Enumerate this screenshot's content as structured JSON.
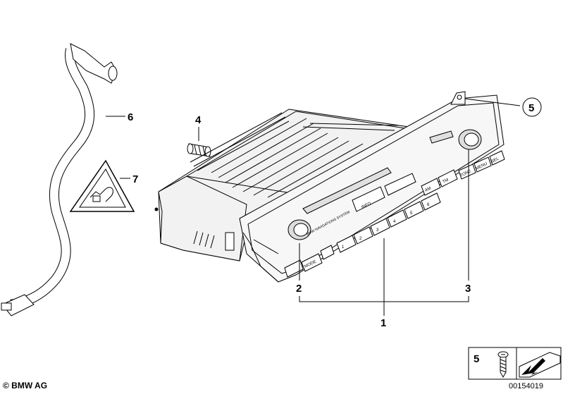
{
  "callouts": {
    "c1": "1",
    "c2": "2",
    "c3": "3",
    "c4": "4",
    "c5": "5",
    "c6": "6",
    "c7": "7"
  },
  "device": {
    "brand_text": "BMW NAVIGATIONS SYSTEM",
    "buttons": {
      "info": "INFO",
      "mode": "MODE",
      "am": "AM",
      "tm": "TM",
      "tone": "TONE",
      "menu": "MENU",
      "sel": "SEL",
      "p1": "1",
      "p2": "2",
      "p3": "3",
      "p4": "4",
      "p5": "5",
      "p6": "6"
    }
  },
  "legend": {
    "part_number": "5"
  },
  "footer": {
    "copyright": "© BMW AG",
    "diagram_code": "00154019"
  }
}
